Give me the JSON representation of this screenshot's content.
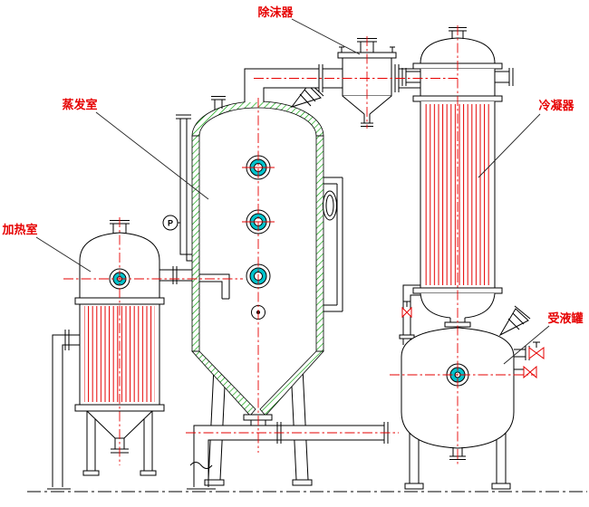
{
  "diagram": {
    "type": "process-equipment-drawing",
    "labels": {
      "demister": "除沫器",
      "evaporation_chamber": "蒸发室",
      "heating_chamber": "加热室",
      "condenser": "冷凝器",
      "receiver_tank": "受液罐"
    },
    "instruments": {
      "pressure_gauge": "P"
    },
    "colors": {
      "line_black": "#000000",
      "tube_red": "#e60000",
      "centerline_red": "#e60000",
      "hatch_green": "#00a000",
      "sight_glass_cyan": "#00c2cb",
      "label_red": "#e60000",
      "background": "#ffffff"
    }
  }
}
